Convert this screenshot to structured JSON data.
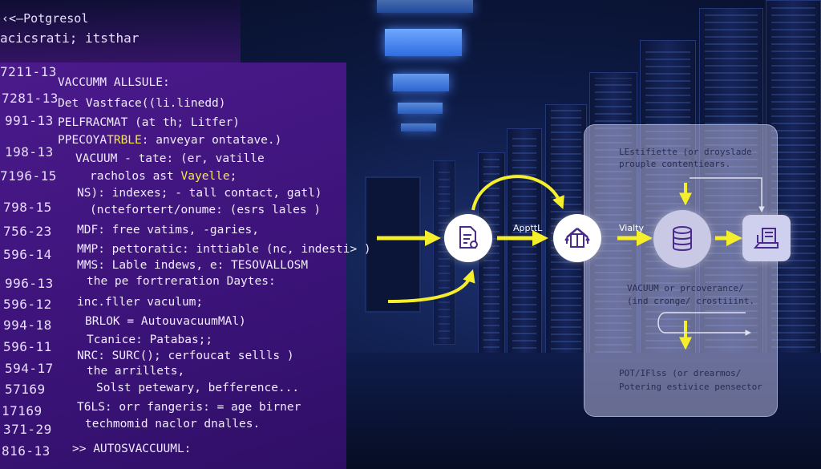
{
  "code_header": [
    "‹<—Potgresol",
    "acicsrati; itsthar"
  ],
  "gutter": [
    "7211-13",
    "7281-13",
    "991-13",
    "198-13",
    "7196-15",
    "798-15",
    "756-23",
    "596-14",
    "996-13",
    "596-12",
    "994-18",
    "596-11",
    "594-17",
    "57169",
    "17169",
    "371-29",
    "816-13"
  ],
  "code_lines": [
    {
      "text": "VACCUMM ALLSULE:",
      "hl": ""
    },
    {
      "text": "Det Vastface((li.linedd)",
      "hl": ""
    },
    {
      "text": "PELFRACMAT  (at th; Litfer)",
      "hl": ""
    },
    {
      "text": "PPECOYA",
      "hl": "TRBLE",
      "rest": ": anveyar ontatave.)"
    },
    {
      "text": "VACUUM - tate: (er, vatille",
      "hl": ""
    },
    {
      "text": "racholos ast ",
      "hl": "Vayelle",
      "rest": ";"
    },
    {
      "text": "NS): indexes; - tall contact, gatl)",
      "hl": ""
    },
    {
      "text": "(nctefortert/onume: (esrs lales )",
      "hl": ""
    },
    {
      "text": "MDF: free vatims, -garies,",
      "hl": ""
    },
    {
      "text": "MMP: pettoratic: inttiable (nc, indesti> )",
      "hl": ""
    },
    {
      "text": "MMS: Lable indews,      e: TESOVALLOSM",
      "hl": ""
    },
    {
      "text": "the pe fortreration Daytes:",
      "hl": ""
    },
    {
      "text": "inc.fller vaculum;",
      "hl": ""
    },
    {
      "text": "BRLOK = AutouvacuumMAl)",
      "hl": ""
    },
    {
      "text": "Tcanice: Patabas;;",
      "hl": ""
    },
    {
      "text": "NRC: SURC();     cerfoucat sellls )",
      "hl": ""
    },
    {
      "text": "the arrillets,",
      "hl": ""
    },
    {
      "text": "Solst petewary, befference...",
      "hl": ""
    },
    {
      "text": "T6LS:   orr fangeris: = age birner",
      "hl": ""
    },
    {
      "text": "techmomid naclor dnalles.",
      "hl": ""
    },
    {
      "text": ">> AUTOSVACCUUML:",
      "hl": ""
    }
  ],
  "diagram": {
    "label_apptl": "AppttL",
    "label_vialty": "Vialty",
    "panel_top_1": "LEstifiette (or droyslade",
    "panel_top_2": "prouple contentiears.",
    "panel_mid_1": "VACUUM or prcoverance/",
    "panel_mid_2": "(ind cronge/ crostiiint.",
    "panel_bot_1": "POT/IFlss (or drearmos/",
    "panel_bot_2": "Potering estivice pensector"
  },
  "colors": {
    "accent_yellow": "#f5ee2a",
    "code_bg": "#3d1479",
    "panel_bg": "#b4b4dc",
    "icon_purple": "#4a2a8c"
  },
  "icons": [
    "document-icon",
    "tent-icon",
    "database-icon",
    "cash-register-icon"
  ]
}
